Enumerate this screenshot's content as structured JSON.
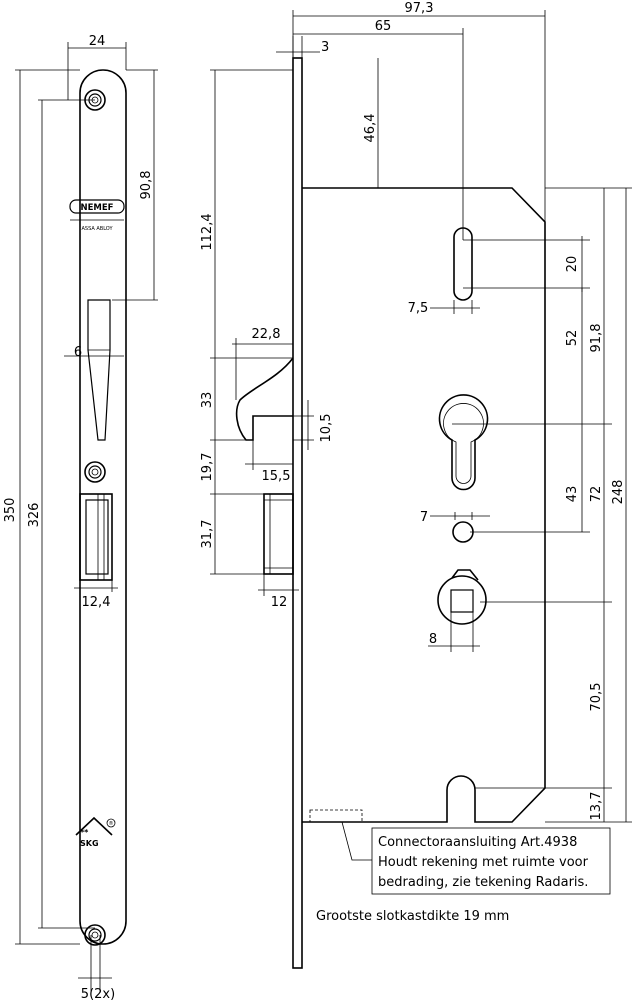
{
  "front_view": {
    "width": "24",
    "height_total": "350",
    "height_screws": "326",
    "top_to_latch": "90,8",
    "latch_width": "6",
    "bolt_width": "12,4",
    "screw_holes": "5(2x)",
    "brand": {
      "name": "NEMEF",
      "sub": "ASSA ABLOY"
    },
    "cert": {
      "mark": "SKG",
      "stars": "**",
      "reg": "®"
    }
  },
  "side_view": {
    "faceplate_thickness": "3",
    "to_latch": "112,4",
    "latch_throw": "22,8",
    "latch_height": "33",
    "lug_height": "10,5",
    "lug_width": "15,5",
    "latch_to_bolt": "19,7",
    "bolt_height": "31,7",
    "bolt_throw": "12"
  },
  "case_view": {
    "total_depth": "97,3",
    "backset": "65",
    "top_offset": "46,4",
    "slot_height": "20",
    "slot_width": "7,5",
    "slot_to_cyl": "52",
    "top_to_cyl": "91,8",
    "case_height": "248",
    "cyl_to_hole": "43",
    "cyl_to_square": "72",
    "hole_diameter": "7",
    "square_size": "8",
    "square_to_bottom": "70,5",
    "bottom_offset": "13,7"
  },
  "notes": {
    "callout_line1": "Connectoraansluiting Art.4938",
    "callout_line2": "Houdt rekening met ruimte voor",
    "callout_line3": "bedrading, zie tekening Radaris.",
    "max_thickness": "Grootste slotkastdikte 19 mm"
  }
}
